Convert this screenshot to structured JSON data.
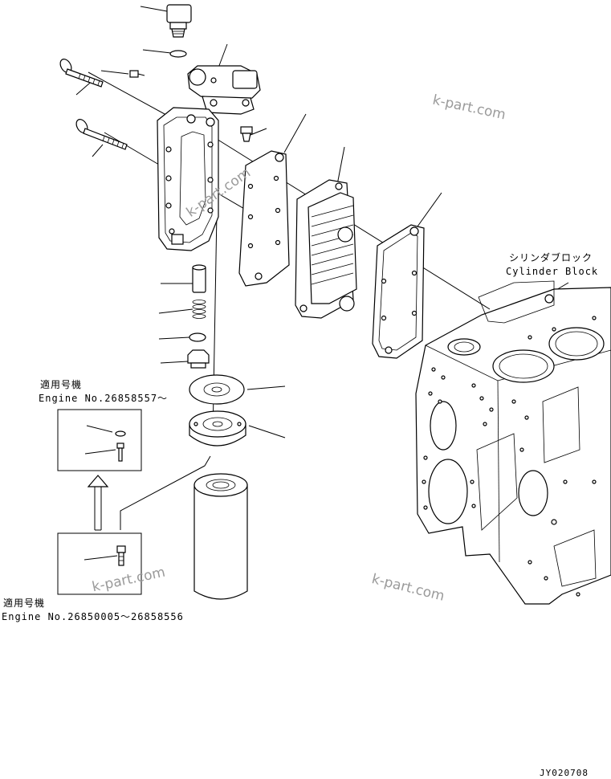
{
  "labels": {
    "cylinder_block_jp": "シリンダブロック",
    "cylinder_block_en": "Cylinder Block",
    "applicable_upper_jp": "適用号機",
    "applicable_upper_en": "Engine No.26858557～",
    "applicable_lower_jp": "適用号機",
    "applicable_lower_en": "Engine No.26850005～26858556",
    "drawing_code": "JY020708"
  },
  "watermarks": [
    "k-part.com",
    "k-part.com",
    "k-part.com",
    "k-part.com"
  ]
}
